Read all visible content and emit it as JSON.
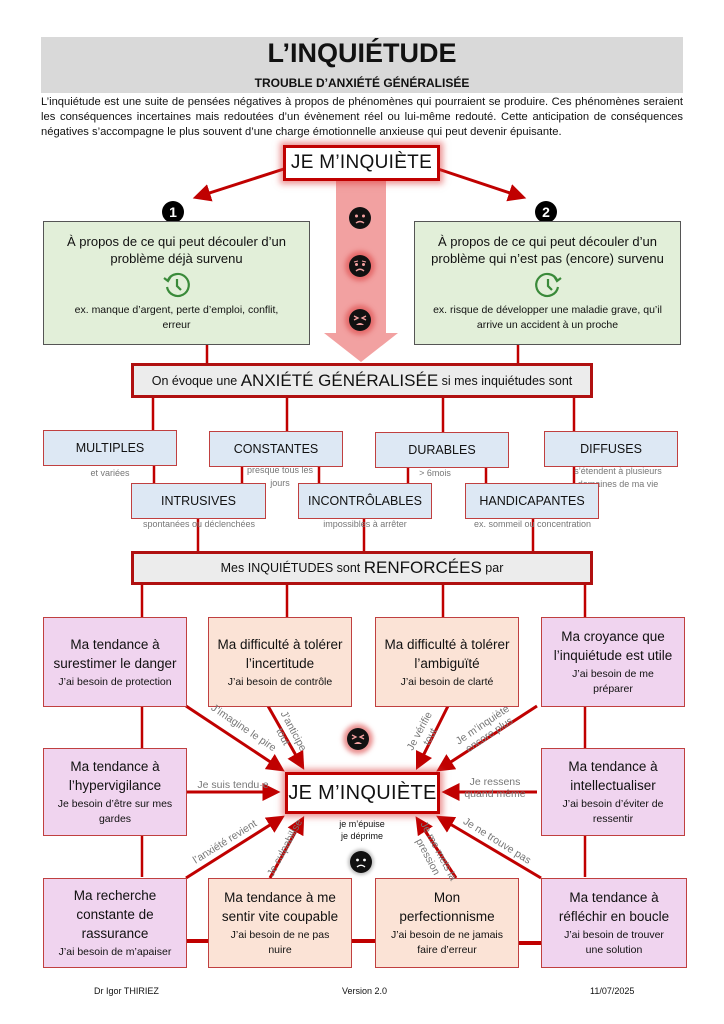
{
  "header": {
    "title": "L’INQUIÉTUDE",
    "subtitle": "TROUBLE D’ANXIÉTÉ GÉNÉRALISÉE",
    "intro": "L’inquiétude est une suite de pensées négatives à propos de phénomènes qui pourraient se produire. Ces phénomènes seraient les conséquences incertaines mais redoutées d’un évènement réel ou lui-même redouté. Cette anticipation de conséquences négatives s’accompagne le plus souvent d’une charge émotionnelle anxieuse qui peut devenir épuisante."
  },
  "top_node": {
    "label": "JE M’INQUIÈTE"
  },
  "branches": [
    {
      "number": "1",
      "title": "À propos de ce qui peut découler d’un problème déjà survenu",
      "icon": "clock-history-icon",
      "example": "ex. manque d’argent, perte d’emploi, conflit, erreur"
    },
    {
      "number": "2",
      "title": "À propos de ce qui peut découler d’un problème qui n’est pas (encore) survenu",
      "icon": "clock-future-icon",
      "example": "ex. risque de développer une maladie grave, qu’il arrive un accident à un proche"
    }
  ],
  "escalation_faces": [
    "worried-face-icon",
    "anxious-face-icon",
    "distressed-face-icon"
  ],
  "gad_band": {
    "prefix": "On évoque une ",
    "emphasis": "ANXIÉTÉ GÉNÉRALISÉE",
    "suffix": " si mes inquiétudes sont"
  },
  "criteria": [
    {
      "label": "MULTIPLES",
      "note": "et variées"
    },
    {
      "label": "CONSTANTES",
      "note": "presque tous les jours"
    },
    {
      "label": "DURABLES",
      "note": "> 6mois"
    },
    {
      "label": "DIFFUSES",
      "note": "s’étendent à plusieurs domaines de ma vie"
    },
    {
      "label": "INTRUSIVES",
      "note": "spontanées ou déclenchées"
    },
    {
      "label": "INCONTRÔLABLES",
      "note": "impossibles à arrêter"
    },
    {
      "label": "HANDICAPANTES",
      "note": "ex. sommeil ou concentration"
    }
  ],
  "reinforce_band": {
    "prefix": "Mes INQUIÉTUDES sont ",
    "emphasis": "RENFORCÉES",
    "suffix": " par"
  },
  "factors": [
    {
      "title": "Ma tendance à surestimer le danger",
      "need": "J’ai besoin de protection"
    },
    {
      "title": "Ma difficulté à tolérer l’incertitude",
      "need": "J’ai besoin de contrôle"
    },
    {
      "title": "Ma difficulté à tolérer l’ambiguïté",
      "need": "J’ai besoin de clarté"
    },
    {
      "title": "Ma croyance que l’inquiétude est utile",
      "need": "J’ai besoin de me préparer"
    },
    {
      "title": "Ma tendance à l’hypervigilance",
      "need": "Je besoin d’être sur mes gardes"
    },
    {
      "title": "Ma tendance à intellectualiser",
      "need": "J’ai besoin d’éviter de ressentir"
    },
    {
      "title": "Ma recherche constante de rassurance",
      "need": "J’ai besoin de m’apaiser"
    },
    {
      "title": "Ma tendance à me sentir vite coupable",
      "need": "J’ai besoin de ne pas nuire"
    },
    {
      "title": "Mon perfectionnisme",
      "need": "J’ai besoin de ne jamais faire d’erreur"
    },
    {
      "title": "Ma tendance à réfléchir en boucle",
      "need": "J’ai besoin de trouver une solution"
    }
  ],
  "center_node": {
    "label": "JE M’INQUIÈTE",
    "consequence_line1": "je m’épuise",
    "consequence_line2": "je déprime"
  },
  "arrow_labels": [
    "J’imagine le pire",
    "J’anticipe tout",
    "Je vérifie tout",
    "Je m’inquiète encore plus",
    "Je suis tendu·e",
    "Je ressens quand même",
    "l’anxiété revient",
    "Je culpabilise",
    "Je me mets la pression",
    "Je ne trouve pas"
  ],
  "footer": {
    "author": "Dr Igor THIRIEZ",
    "version": "Version 2.0",
    "date": "11/07/2025"
  },
  "colors": {
    "accent_red": "#c00000",
    "green_box": "#e2efd9",
    "blue_box": "#dde8f4",
    "pink_box": "#f0d4ef",
    "peach_box": "#fbe3d6",
    "header_gray": "#d9d9d9",
    "icon_green": "#3a8a3a"
  }
}
